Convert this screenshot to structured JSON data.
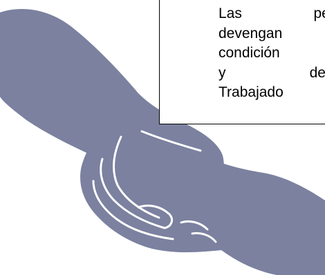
{
  "colors": {
    "hands_fill": "#7b819f",
    "hands_lines": "#ffffff",
    "text": "#000000",
    "border": "#000000"
  },
  "illustration": {
    "icon": "handshake-icon"
  },
  "text_box": {
    "lines": [
      "Las perso",
      "devengan",
      "condición",
      "y deban",
      "Trabajado"
    ]
  }
}
